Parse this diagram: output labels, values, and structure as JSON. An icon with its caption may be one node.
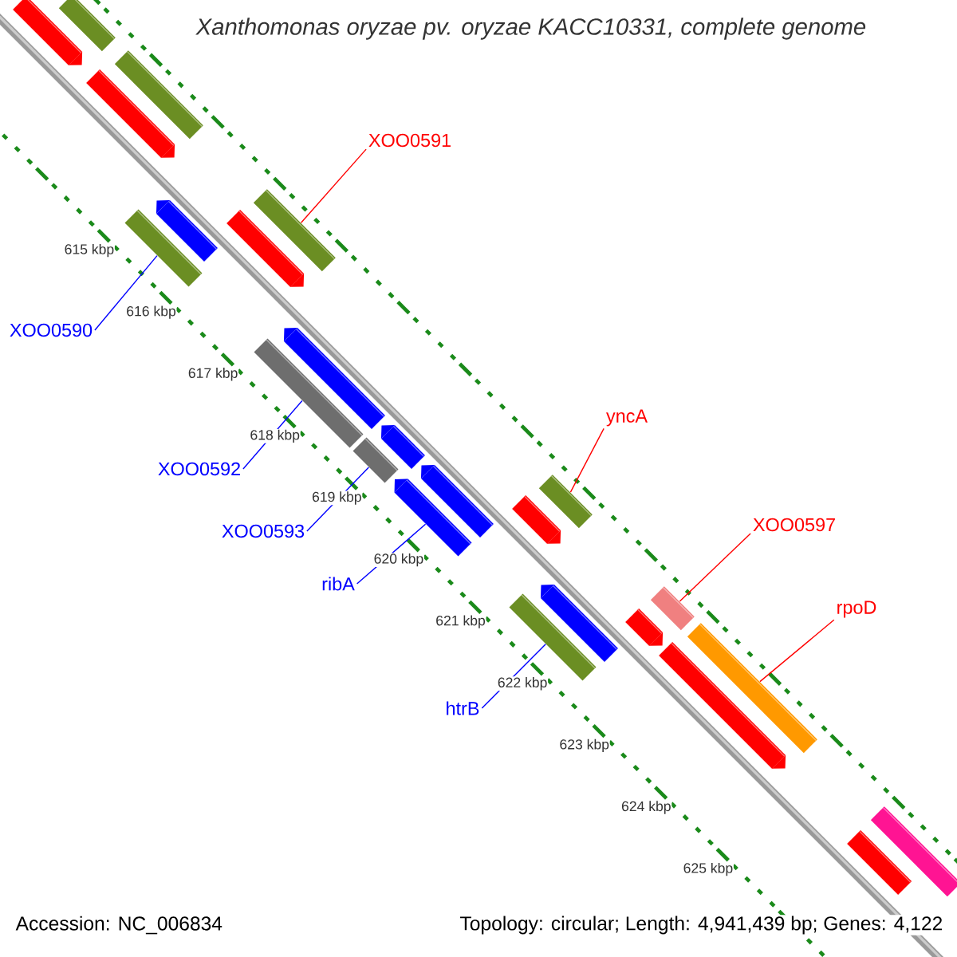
{
  "diagram": {
    "title": "Xanthomonas oryzae pv. oryzae KACC10331, complete genome",
    "nodes": [
      {
        "text": [
          "XOO0591"
        ]
      },
      {
        "text": [
          "XOO0590"
        ]
      },
      {
        "text": [
          "yncA"
        ]
      },
      {
        "text": [
          "XOO0592"
        ]
      },
      {
        "text": [
          "XOO0597"
        ]
      },
      {
        "text": [
          "XOO0593"
        ]
      },
      {
        "text": [
          "ribA"
        ]
      },
      {
        "text": [
          "rpoD"
        ]
      },
      {
        "text": [
          "htrB"
        ]
      },
      {
        "text": [],
        "shape": "bar"
      },
      {
        "text": [],
        "shape": "bar"
      },
      {
        "text": [],
        "shape": "bar"
      },
      {
        "text": [],
        "shape": "bar"
      },
      {
        "text": [],
        "shape": "bar"
      },
      {
        "text": [],
        "shape": "bar"
      },
      {
        "text": [],
        "shape": "bar"
      },
      {
        "text": [],
        "shape": "bar"
      },
      {
        "text": [],
        "shape": "bar"
      },
      {
        "text": [],
        "shape": "bar"
      },
      {
        "text": [],
        "shape": "bar"
      },
      {
        "text": [],
        "shape": "bar"
      },
      {
        "text": [],
        "shape": "bar"
      },
      {
        "text": [],
        "shape": "bar"
      },
      {
        "text": [],
        "shape": "bar"
      },
      {
        "text": [],
        "shape": "bar"
      },
      {
        "text": [],
        "shape": "bar"
      },
      {
        "text": [],
        "shape": "bar"
      },
      {
        "text": [],
        "shape": "bar"
      },
      {
        "text": [],
        "shape": "bar"
      },
      {
        "text": [],
        "shape": "bar"
      },
      {
        "text": [],
        "shape": "bar"
      },
      {
        "text": [],
        "shape": "bar"
      },
      {
        "text": [],
        "shape": "bar"
      }
    ],
    "edges": [
      {
        "from": 0,
        "to": 16,
        "arrow": "none",
        "color": "#ff0000"
      },
      {
        "from": 1,
        "to": 13,
        "arrow": "none"
      },
      {
        "from": 2,
        "to": 24,
        "arrow": "none",
        "color": "#ff0000"
      },
      {
        "from": 3,
        "to": 17,
        "arrow": "none"
      },
      {
        "from": 4,
        "to": 28,
        "arrow": "none",
        "color": "#ff0000"
      },
      {
        "from": 5,
        "to": 19,
        "arrow": "none"
      },
      {
        "from": 6,
        "to": 21,
        "arrow": "none"
      },
      {
        "from": 7,
        "to": 30,
        "arrow": "none",
        "color": "#ff0000"
      },
      {
        "from": 8,
        "to": 25,
        "arrow": "none"
      }
    ],
    "labels": [
      "615 kbp",
      "616 kbp",
      "617 kbp",
      "618 kbp",
      "619 kbp",
      "620 kbp",
      "621 kbp",
      "622 kbp",
      "623 kbp",
      "624 kbp",
      "625 kbp",
      "Accession: NC_006834",
      "Topology: circular; Length: 4,941,439 bp; Genes: 4,122"
    ]
  }
}
